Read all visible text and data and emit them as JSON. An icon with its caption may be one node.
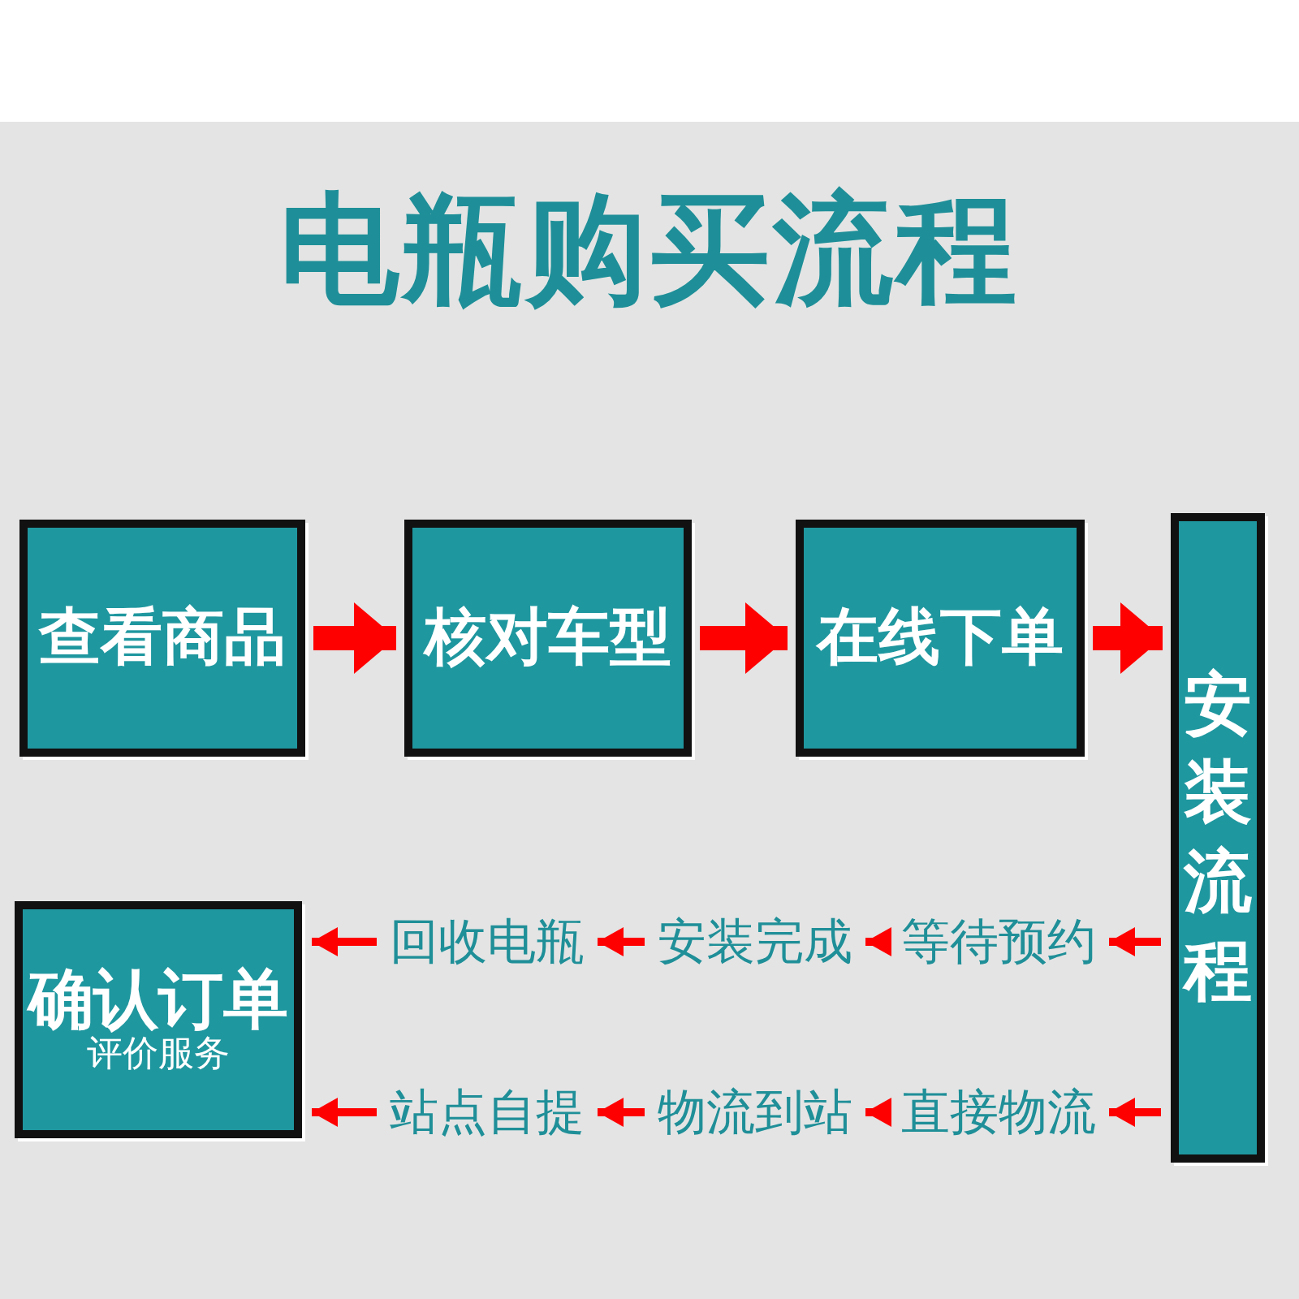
{
  "diagram": {
    "title": "电瓶购买流程",
    "nodes": [
      {
        "text": [
          "查看商品"
        ]
      },
      {
        "text": [
          "核对车型"
        ]
      },
      {
        "text": [
          "在线下单"
        ]
      },
      {
        "text": [
          "安装流程"
        ]
      },
      {
        "text": [
          "确认订单",
          "评价服务"
        ]
      },
      {
        "text": [
          "回收电瓶"
        ]
      },
      {
        "text": [
          "安装完成"
        ]
      },
      {
        "text": [
          "等待预约"
        ]
      },
      {
        "text": [
          "站点自提"
        ]
      },
      {
        "text": [
          "物流到站"
        ]
      },
      {
        "text": [
          "直接物流"
        ]
      }
    ],
    "edges": [
      {
        "from": 0,
        "to": 1,
        "arrow": "to",
        "style": "thick"
      },
      {
        "from": 1,
        "to": 2,
        "arrow": "to",
        "style": "thick"
      },
      {
        "from": 2,
        "to": 3,
        "arrow": "to",
        "style": "thick"
      },
      {
        "from": 3,
        "to": 7,
        "arrow": "to"
      },
      {
        "from": 7,
        "to": 6,
        "arrow": "to"
      },
      {
        "from": 6,
        "to": 5,
        "arrow": "to"
      },
      {
        "from": 5,
        "to": 4,
        "arrow": "to"
      },
      {
        "from": 3,
        "to": 10,
        "arrow": "to"
      },
      {
        "from": 10,
        "to": 9,
        "arrow": "to"
      },
      {
        "from": 9,
        "to": 8,
        "arrow": "to"
      },
      {
        "from": 8,
        "to": 4,
        "arrow": "to"
      }
    ]
  }
}
